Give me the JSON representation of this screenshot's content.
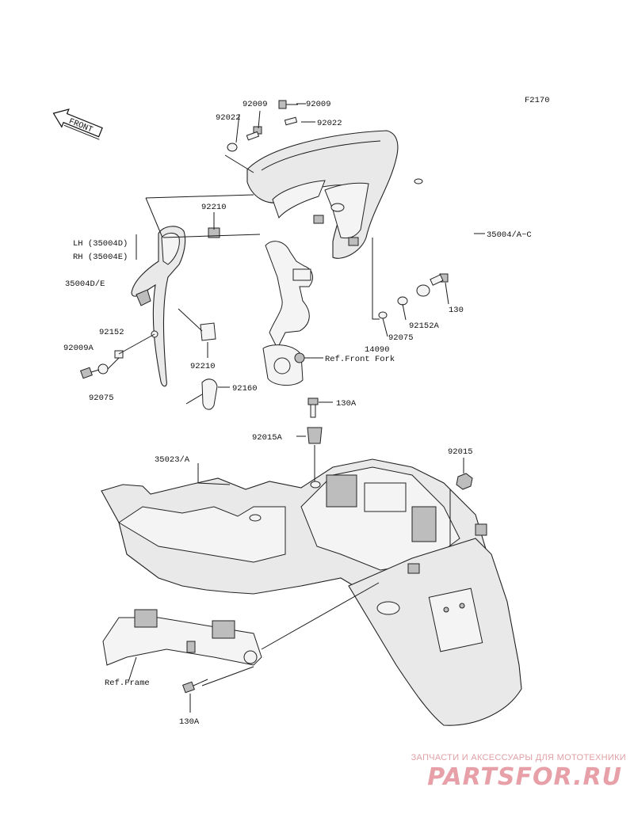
{
  "figure_code": "F2170",
  "front_arrow": "FRONT",
  "labels": {
    "l92009_a": "92009",
    "l92009_b": "92009",
    "l92022_a": "92022",
    "l92022_b": "92022",
    "l92210_a": "92210",
    "l92210_b": "92210",
    "lh": "LH (35004D)",
    "rh": "RH (35004E)",
    "l35004de": "35004D/E",
    "l35004ac": "35004/A~C",
    "l130": "130",
    "l92152a": "92152A",
    "l92075_a": "92075",
    "l14090": "14090",
    "l92152": "92152",
    "l92009a": "92009A",
    "l92075_b": "92075",
    "ref_front_fork": "Ref.Front Fork",
    "l92160": "92160",
    "l130a_a": "130A",
    "l92015a": "92015A",
    "l35023a": "35023/A",
    "l92015": "92015",
    "ref_frame": "Ref.Frame",
    "l130a_b": "130A"
  },
  "watermark": {
    "tagline": "ЗАПЧАСТИ И АКСЕССУАРЫ ДЛЯ МОТОТЕХНИКИ",
    "logo": "PARTSFOR.RU",
    "color": "#e7a0a8"
  }
}
